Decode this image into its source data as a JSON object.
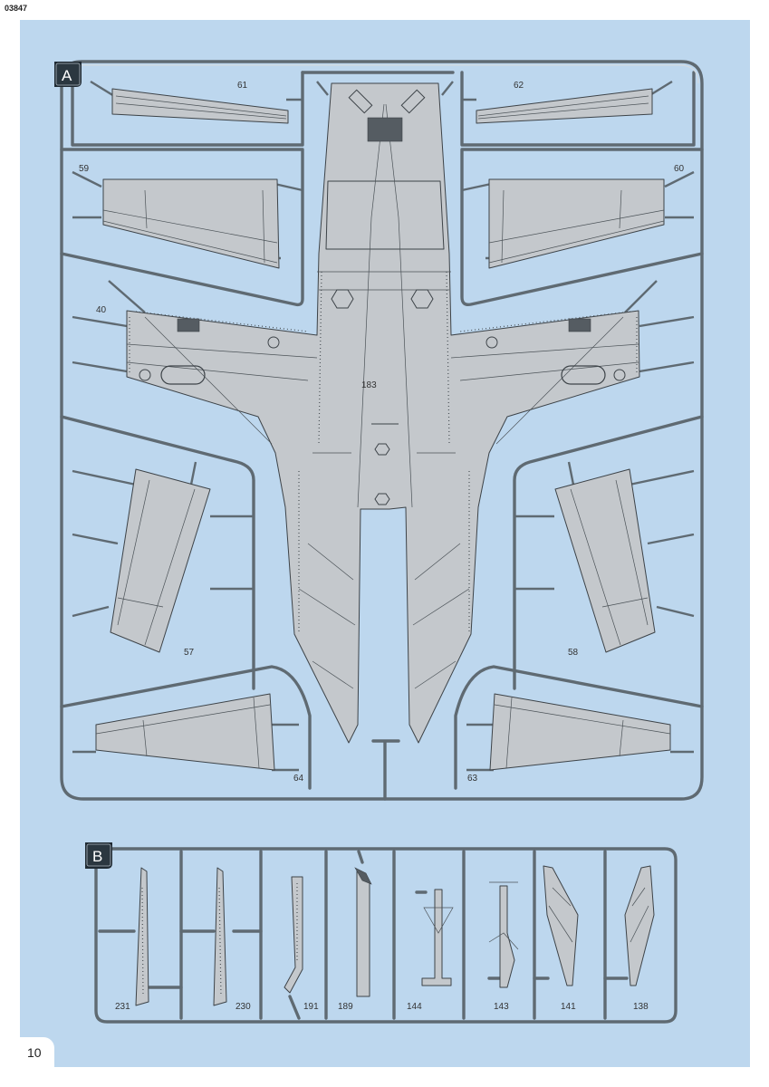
{
  "header": {
    "doc_code": "03847"
  },
  "footer": {
    "page_number": "10"
  },
  "sprues": [
    {
      "badge": "A",
      "parts": [
        "61",
        "62",
        "59",
        "60",
        "40",
        "183",
        "57",
        "58",
        "64",
        "63"
      ]
    },
    {
      "badge": "B",
      "parts": [
        "231",
        "230",
        "191",
        "189",
        "144",
        "143",
        "141",
        "138"
      ]
    }
  ]
}
